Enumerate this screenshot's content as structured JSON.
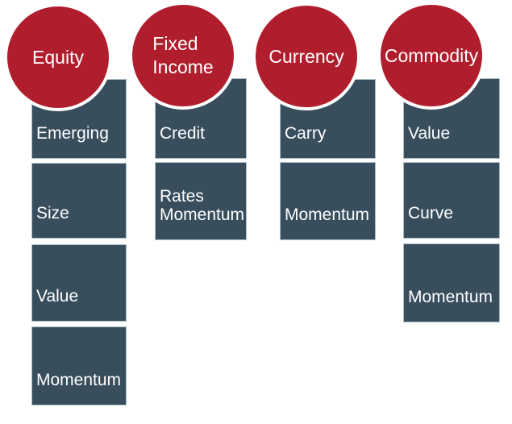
{
  "colors": {
    "category_circle": "#B01E2D",
    "factor_box": "#384E5D",
    "box_border": "#AEBFC8",
    "text": "#FFFFFF"
  },
  "diagram": {
    "columns": [
      {
        "category": "Equity",
        "factors": [
          "Emerging",
          "Size",
          "Value",
          "Momentum"
        ]
      },
      {
        "category": "Fixed Income",
        "factors": [
          "Credit",
          "Rates Momentum"
        ]
      },
      {
        "category": "Currency",
        "factors": [
          "Carry",
          "Momentum"
        ]
      },
      {
        "category": "Commodity",
        "factors": [
          "Value",
          "Curve",
          "Momentum"
        ]
      }
    ]
  }
}
